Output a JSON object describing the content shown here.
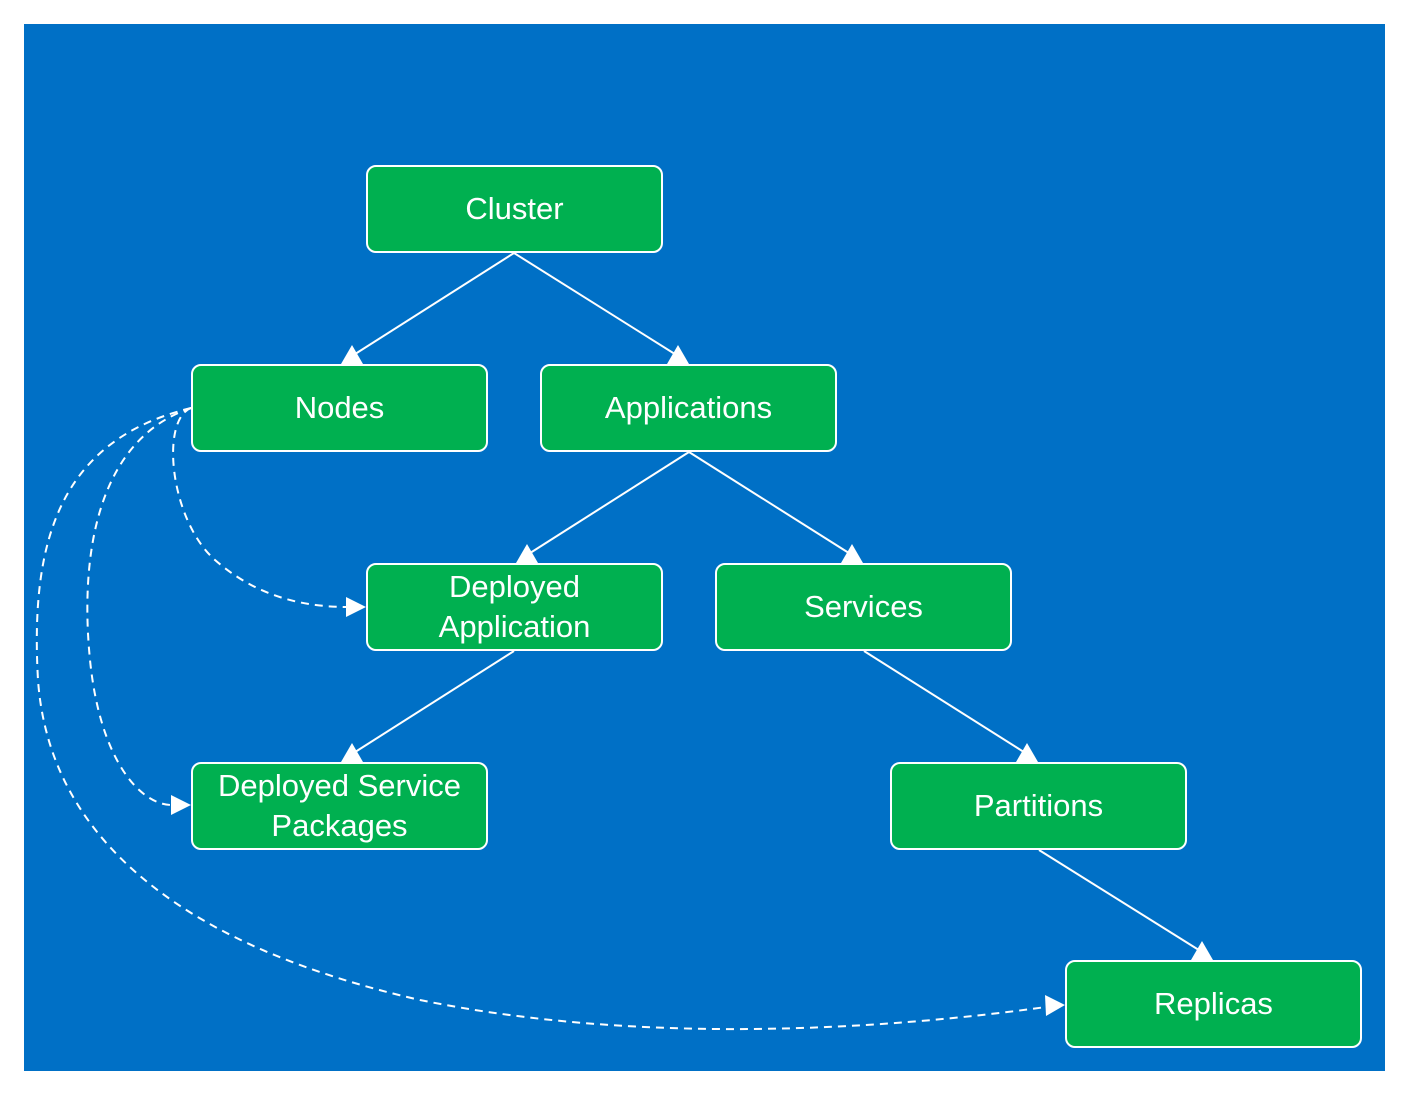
{
  "diagram": {
    "nodes": [
      {
        "id": "cluster",
        "label": "Cluster"
      },
      {
        "id": "nodes",
        "label": "Nodes"
      },
      {
        "id": "applications",
        "label": "Applications"
      },
      {
        "id": "deployed-application",
        "label": "Deployed\nApplication"
      },
      {
        "id": "services",
        "label": "Services"
      },
      {
        "id": "deployed-service-packages",
        "label": "Deployed Service\nPackages"
      },
      {
        "id": "partitions",
        "label": "Partitions"
      },
      {
        "id": "replicas",
        "label": "Replicas"
      }
    ],
    "edges": [
      {
        "from": "cluster",
        "to": "nodes",
        "style": "solid"
      },
      {
        "from": "cluster",
        "to": "applications",
        "style": "solid"
      },
      {
        "from": "applications",
        "to": "deployed-application",
        "style": "solid"
      },
      {
        "from": "applications",
        "to": "services",
        "style": "solid"
      },
      {
        "from": "deployed-application",
        "to": "deployed-service-packages",
        "style": "solid"
      },
      {
        "from": "services",
        "to": "partitions",
        "style": "solid"
      },
      {
        "from": "partitions",
        "to": "replicas",
        "style": "solid"
      },
      {
        "from": "nodes",
        "to": "deployed-application",
        "style": "dashed"
      },
      {
        "from": "nodes",
        "to": "deployed-service-packages",
        "style": "dashed"
      },
      {
        "from": "nodes",
        "to": "replicas",
        "style": "dashed"
      }
    ]
  },
  "colors": {
    "background": "#0070c6",
    "node_fill": "#00b050",
    "node_border": "#ffffff",
    "text": "#ffffff",
    "edge": "#ffffff"
  }
}
